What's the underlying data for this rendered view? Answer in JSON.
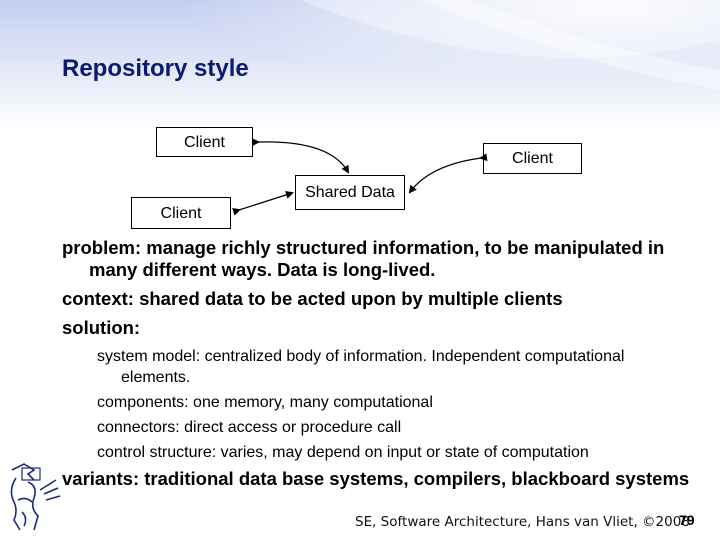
{
  "slide": {
    "title": "Repository style",
    "diagram": {
      "client_top": "Client",
      "client_right": "Client",
      "client_left": "Client",
      "shared": "Shared Data"
    },
    "problem": "problem: manage richly structured information, to be manipulated in many different ways. Data is long-lived.",
    "context": "context: shared data to be acted upon by multiple clients",
    "solution": "solution:",
    "sub": [
      "system model: centralized body of information. Independent computational elements.",
      "components: one memory, many computational",
      "connectors: direct access or procedure call",
      "control structure: varies, may depend on input or state of computation"
    ],
    "variants": "variants: traditional data base systems, compilers, blackboard systems",
    "footer": "SE, Software Architecture, Hans van Vliet, ©2008",
    "page": "79"
  },
  "colors": {
    "title": "#0d1b6e",
    "background_tint": "#c9d3f0"
  }
}
